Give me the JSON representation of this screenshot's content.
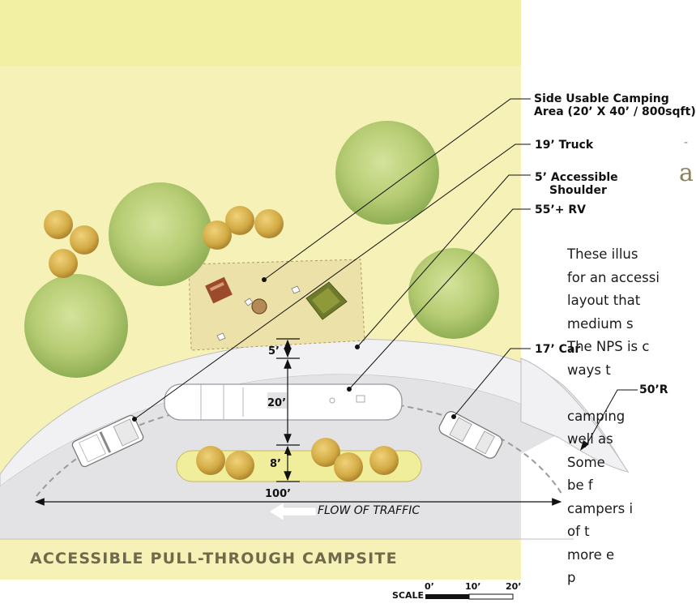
{
  "diagram": {
    "title": "ACCESSIBLE PULL-THROUGH CAMPSITE",
    "flow_label": "FLOW OF TRAFFIC",
    "colors": {
      "ground": "#f6f2b7",
      "ground_top": "#f1f0a3",
      "road": "#e4e4e6",
      "shoulder": "#f0f0f2",
      "camp_pad": "#ebe0a8",
      "tree_canopy": "#b9cf7a",
      "shrub": "#d7b24a",
      "title_color": "#6f6a4a"
    },
    "callouts": [
      {
        "id": "camping-area",
        "line1": "Side Usable Camping",
        "line2": "Area (20’ X 40’ / 800sqft)"
      },
      {
        "id": "truck",
        "line1": "19’ Truck"
      },
      {
        "id": "shoulder",
        "line1": "5’ Accessible",
        "line2": "Shoulder"
      },
      {
        "id": "rv",
        "line1": "55’+ RV"
      },
      {
        "id": "car",
        "line1": "17’ Car"
      },
      {
        "id": "radius",
        "line1": "50’R"
      }
    ],
    "dimensions": {
      "shoulder": "5’",
      "lane": "20’",
      "island": "8’",
      "length": "100’"
    },
    "scale": {
      "label": "SCALE",
      "ticks": [
        "0’",
        "10’",
        "20’"
      ]
    }
  },
  "side_text": {
    "heading_fragment": "a",
    "dash_fragment": "-",
    "lines": [
      "These illus",
      "for an accessi",
      "layout that",
      "medium s",
      "The NPS is c",
      "ways t",
      "",
      "camping",
      "well as",
      "Some",
      "be f",
      "campers i",
      "of t",
      "more e",
      "p"
    ]
  }
}
